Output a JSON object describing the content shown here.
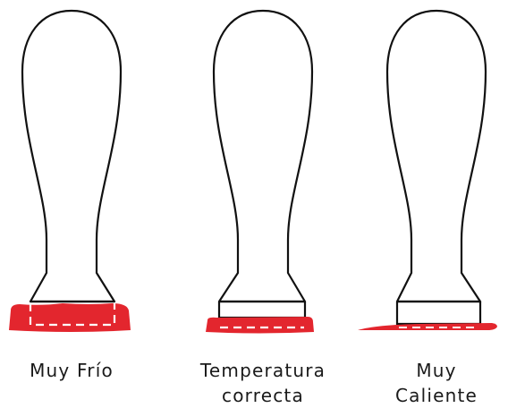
{
  "colors": {
    "outline": "#111111",
    "fill": "#e3262e",
    "dash": "#ffffff",
    "text": "#1a1a1a"
  },
  "stamps": [
    {
      "id": "muy-frio",
      "label_lines": [
        "Muy Frío"
      ],
      "state": "cold"
    },
    {
      "id": "temperatura-correcta",
      "label_lines": [
        "Temperatura",
        "correcta"
      ],
      "state": "correct"
    },
    {
      "id": "muy-caliente",
      "label_lines": [
        "Muy",
        "Caliente"
      ],
      "state": "hot"
    }
  ]
}
